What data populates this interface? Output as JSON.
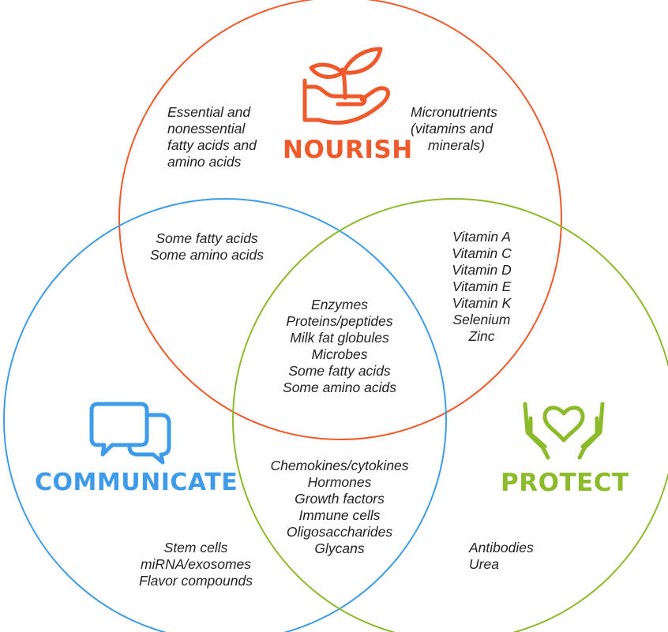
{
  "colors": {
    "nourish": "#f0592a",
    "communicate": "#3d9be9",
    "protect": "#8bbb2a",
    "text": "#222222"
  },
  "titles": {
    "nourish": "NOURISH",
    "communicate": "COMMUNICATE",
    "protect": "PROTECT"
  },
  "icons": {
    "nourish": "plant-in-hand-icon",
    "communicate": "speech-bubbles-icon",
    "protect": "heart-in-hands-icon"
  },
  "regions": {
    "nourish_only_left": [
      "Essential and",
      "nonessential",
      "fatty acids and",
      "amino acids"
    ],
    "nourish_only_right": [
      "Micronutrients",
      "(vitamins and",
      "minerals)"
    ],
    "nourish_communicate": [
      "Some fatty acids",
      "Some amino acids"
    ],
    "nourish_protect": [
      "Vitamin A",
      "Vitamin C",
      "Vitamin D",
      "Vitamin E",
      "Vitamin K",
      "Selenium",
      "Zinc"
    ],
    "all_three": [
      "Enzymes",
      "Proteins/peptides",
      "Milk fat globules",
      "Microbes",
      "Some fatty acids",
      "Some amino acids"
    ],
    "communicate_protect": [
      "Chemokines/cytokines",
      "Hormones",
      "Growth factors",
      "Immune cells",
      "Oligosaccharides",
      "Glycans"
    ],
    "communicate_only": [
      "Stem cells",
      "miRNA/exosomes",
      "Flavor compounds"
    ],
    "protect_only": [
      "Antibodies",
      "Urea"
    ]
  }
}
